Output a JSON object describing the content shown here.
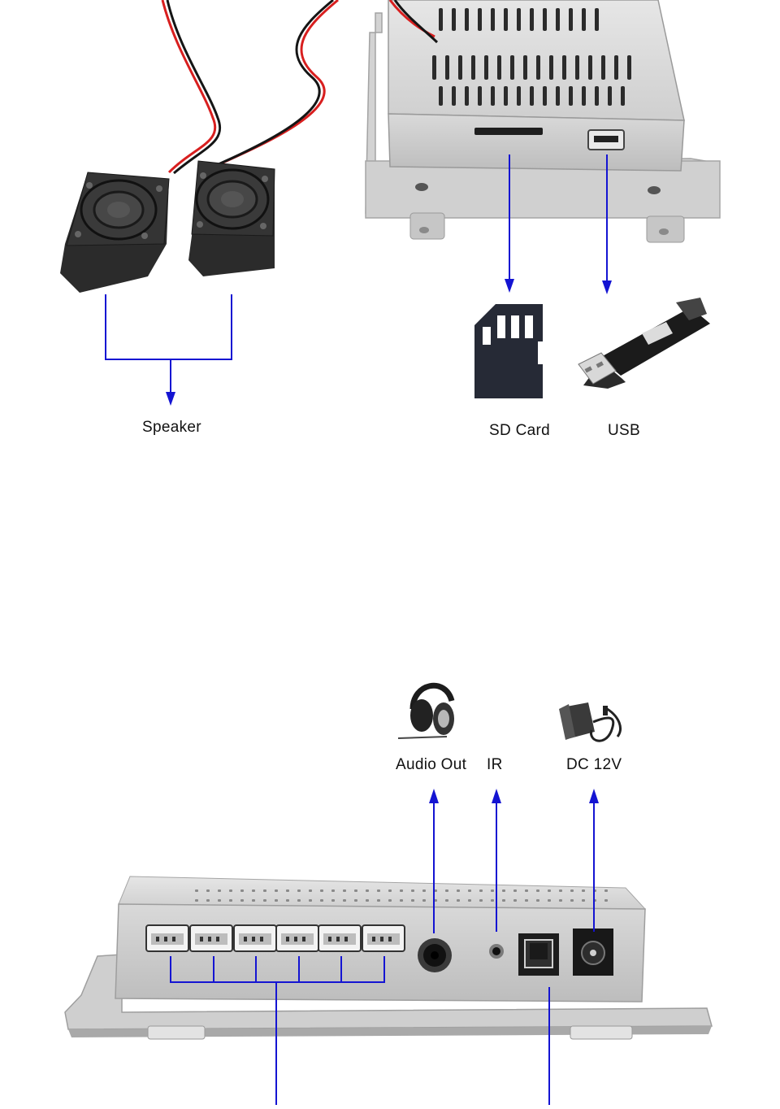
{
  "labels": {
    "speaker": "Speaker",
    "sd_card": "SD Card",
    "usb": "USB",
    "audio_out": "Audio Out",
    "ir": "IR",
    "dc": "DC 12V"
  },
  "colors": {
    "arrow": "#1414d2",
    "metal": "#dcdcdc",
    "metal_dark": "#c4c4c4",
    "metal_edge": "#9e9e9e",
    "speaker_body": "#2a2a2a",
    "sd_card": "#262a36",
    "wire_red": "#d81f1f",
    "wire_black": "#151515"
  },
  "icons": {
    "speakers": "speaker-pair-icon",
    "sd": "sd-card-icon",
    "usb": "usb-flash-drive-icon",
    "headphones": "headphones-icon",
    "adapter": "power-adapter-icon"
  }
}
